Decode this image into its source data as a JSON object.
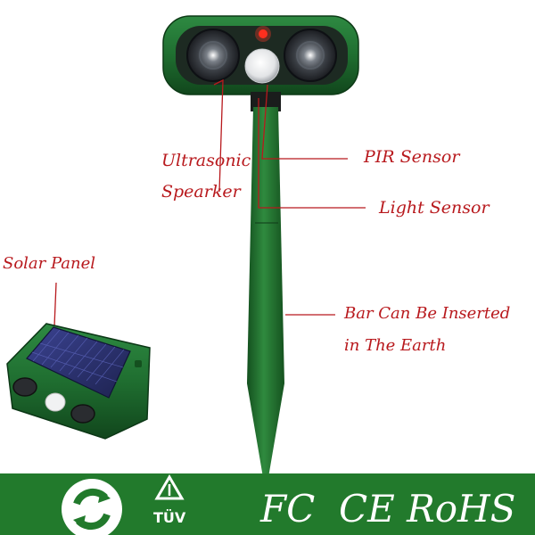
{
  "labels": {
    "ultrasonic_line1": "Ultrasonic",
    "ultrasonic_line2": "Spearker",
    "pir_sensor": "PIR Sensor",
    "light_sensor": "Light Sensor",
    "solar_panel": "Solar Panel",
    "bar_line1": "Bar Can Be Inserted",
    "bar_line2": "in The Earth"
  },
  "certifications": {
    "tuv": "TÜV",
    "fc": "FC",
    "ce_rohs": "CE RoHS"
  },
  "icons": [
    "recycle-icon",
    "tuv-triangle-icon"
  ],
  "colors": {
    "label_red": "#b8191d",
    "device_green": "#1f6e30",
    "band_green": "#227a2c",
    "solar_blue": "#2a2f6e"
  }
}
